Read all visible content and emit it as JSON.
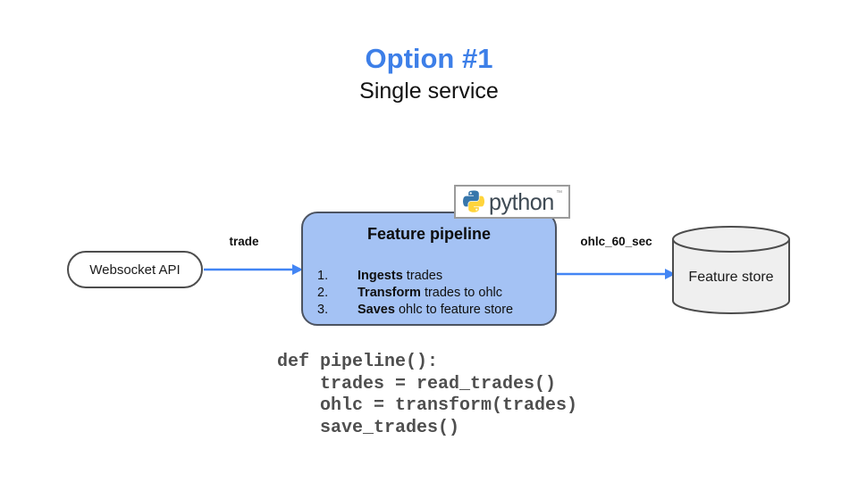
{
  "header": {
    "title": "Option #1",
    "subtitle": "Single service"
  },
  "nodes": {
    "websocket": {
      "label": "Websocket API"
    },
    "pipeline": {
      "title": "Feature pipeline",
      "steps": [
        {
          "num": "1.",
          "bold": "Ingests",
          "rest": " trades"
        },
        {
          "num": "2.",
          "bold": "Transform",
          "rest": " trades to ohlc"
        },
        {
          "num": "3.",
          "bold": "Saves",
          "rest": " ohlc to feature store"
        }
      ]
    },
    "store": {
      "label": "Feature store"
    }
  },
  "edges": {
    "trade": {
      "label": "trade"
    },
    "ohlc": {
      "label": "ohlc_60_sec"
    }
  },
  "badge": {
    "wordmark": "python",
    "trademark": "™"
  },
  "code": {
    "lines": [
      "def pipeline():",
      "    trades = read_trades()",
      "    ohlc = transform(trades)",
      "    save_trades()"
    ]
  },
  "colors": {
    "title_blue": "#3d7fe8",
    "arrow_blue": "#4285f4",
    "pipeline_fill": "#a4c2f4",
    "pipeline_border": "#4c5360",
    "node_border_gray": "#4d4d4d",
    "cylinder_fill": "#efefef",
    "code_gray": "#4f4f4f",
    "python_blue": "#3776ab",
    "python_yellow": "#ffd43b"
  }
}
